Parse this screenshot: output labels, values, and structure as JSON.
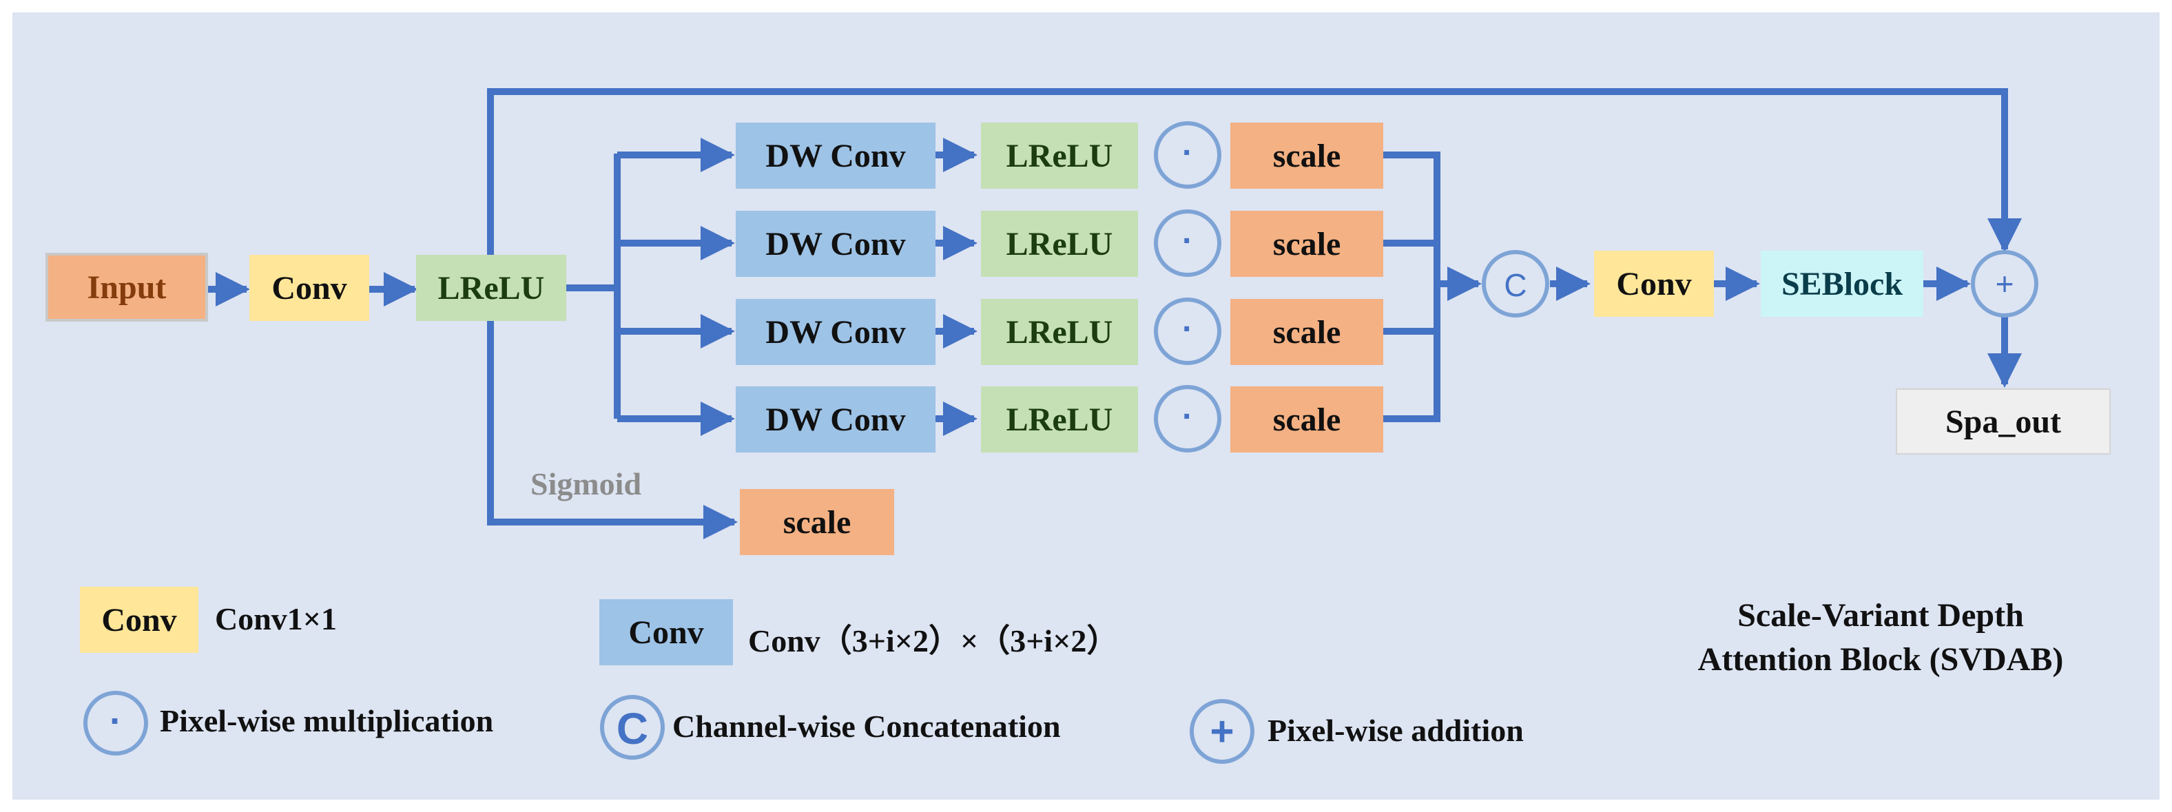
{
  "diagram": {
    "input_label": "Input",
    "conv_label": "Conv",
    "lrelu_label": "LReLU",
    "branches": [
      {
        "dw_label": "DW Conv",
        "act_label": "LReLU",
        "scale_label": "scale",
        "op_symbol": "·"
      },
      {
        "dw_label": "DW Conv",
        "act_label": "LReLU",
        "scale_label": "scale",
        "op_symbol": "·"
      },
      {
        "dw_label": "DW Conv",
        "act_label": "LReLU",
        "scale_label": "scale",
        "op_symbol": "·"
      },
      {
        "dw_label": "DW Conv",
        "act_label": "LReLU",
        "scale_label": "scale",
        "op_symbol": "·"
      }
    ],
    "sigmoid_label": "Sigmoid",
    "sigmoid_scale_label": "scale",
    "concat_symbol": "C",
    "post_conv_label": "Conv",
    "seblock_label": "SEBlock",
    "add_symbol": "+",
    "output_label": "Spa_out"
  },
  "legend": {
    "conv1_box": "Conv",
    "conv1_desc": "Conv1×1",
    "dwconv_box": "Conv",
    "dwconv_desc": "Conv（3+i×2）×（3+i×2）",
    "mult_symbol": "·",
    "mult_desc": "Pixel-wise multiplication",
    "concat_symbol": "C",
    "concat_desc": "Channel-wise Concatenation",
    "add_symbol": "+",
    "add_desc": "Pixel-wise addition"
  },
  "title": {
    "line1": "Scale-Variant Depth",
    "line2": "Attention Block (SVDAB)"
  },
  "colors": {
    "arrow": "#4472c4",
    "background": "#dde4f2",
    "orange": "#f4b183",
    "yellow": "#ffe699",
    "green": "#c5e0b4",
    "blue": "#9dc3e6",
    "cyan": "#ccf5f8"
  }
}
